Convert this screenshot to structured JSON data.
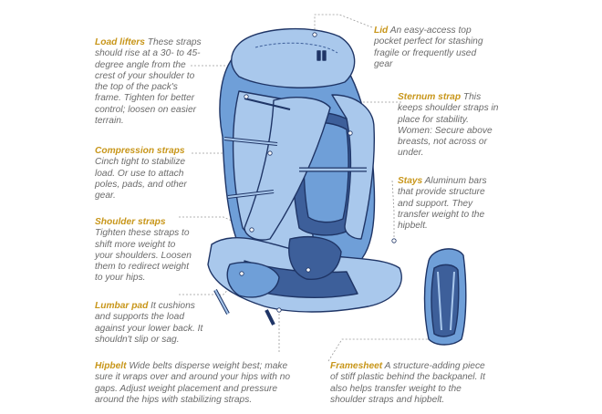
{
  "callouts": {
    "load_lifters": {
      "term": "Load lifters",
      "text": "These straps should rise at a 30- to 45-degree angle from the crest of your shoulder to the top of the pack's frame. Tighten for better control; loosen on easier terrain."
    },
    "compression_straps": {
      "term": "Compression straps",
      "text": "Cinch tight to stabilize load. Or use to attach poles, pads, and other gear."
    },
    "shoulder_straps": {
      "term": "Shoulder straps",
      "text": "Tighten these straps to shift more weight to your shoulders. Loosen them to redirect weight to your hips."
    },
    "lumbar_pad": {
      "term": "Lumbar pad",
      "text": "It cushions and supports the load against your lower back. It shouldn't slip or sag."
    },
    "hipbelt": {
      "term": "Hipbelt",
      "text": "Wide belts disperse weight best; make sure it wraps over and around your hips with no gaps. Adjust weight placement and pressure around the hips with stabilizing straps."
    },
    "lid": {
      "term": "Lid",
      "text": "An easy-access top pocket perfect for stashing fragile or frequently used gear"
    },
    "sternum_strap": {
      "term": "Sternum strap",
      "text": "This keeps shoulder straps in place for stability. Women: Secure above breasts, not across or under."
    },
    "stays": {
      "term": "Stays",
      "text": "Aluminum bars that provide structure and support. They transfer weight to the hipbelt."
    },
    "framesheet": {
      "term": "Framesheet",
      "text": "A structure-adding piece of stiff plastic behind the backpanel. It also helps transfer weight to the shoulder straps and hipbelt."
    }
  },
  "colors": {
    "term": "#c8961a",
    "body_text": "#6b6b6b",
    "pack_light": "#a9c8ec",
    "pack_mid": "#6f9fd8",
    "pack_dark": "#3d5f9a",
    "outline": "#1f3566"
  }
}
